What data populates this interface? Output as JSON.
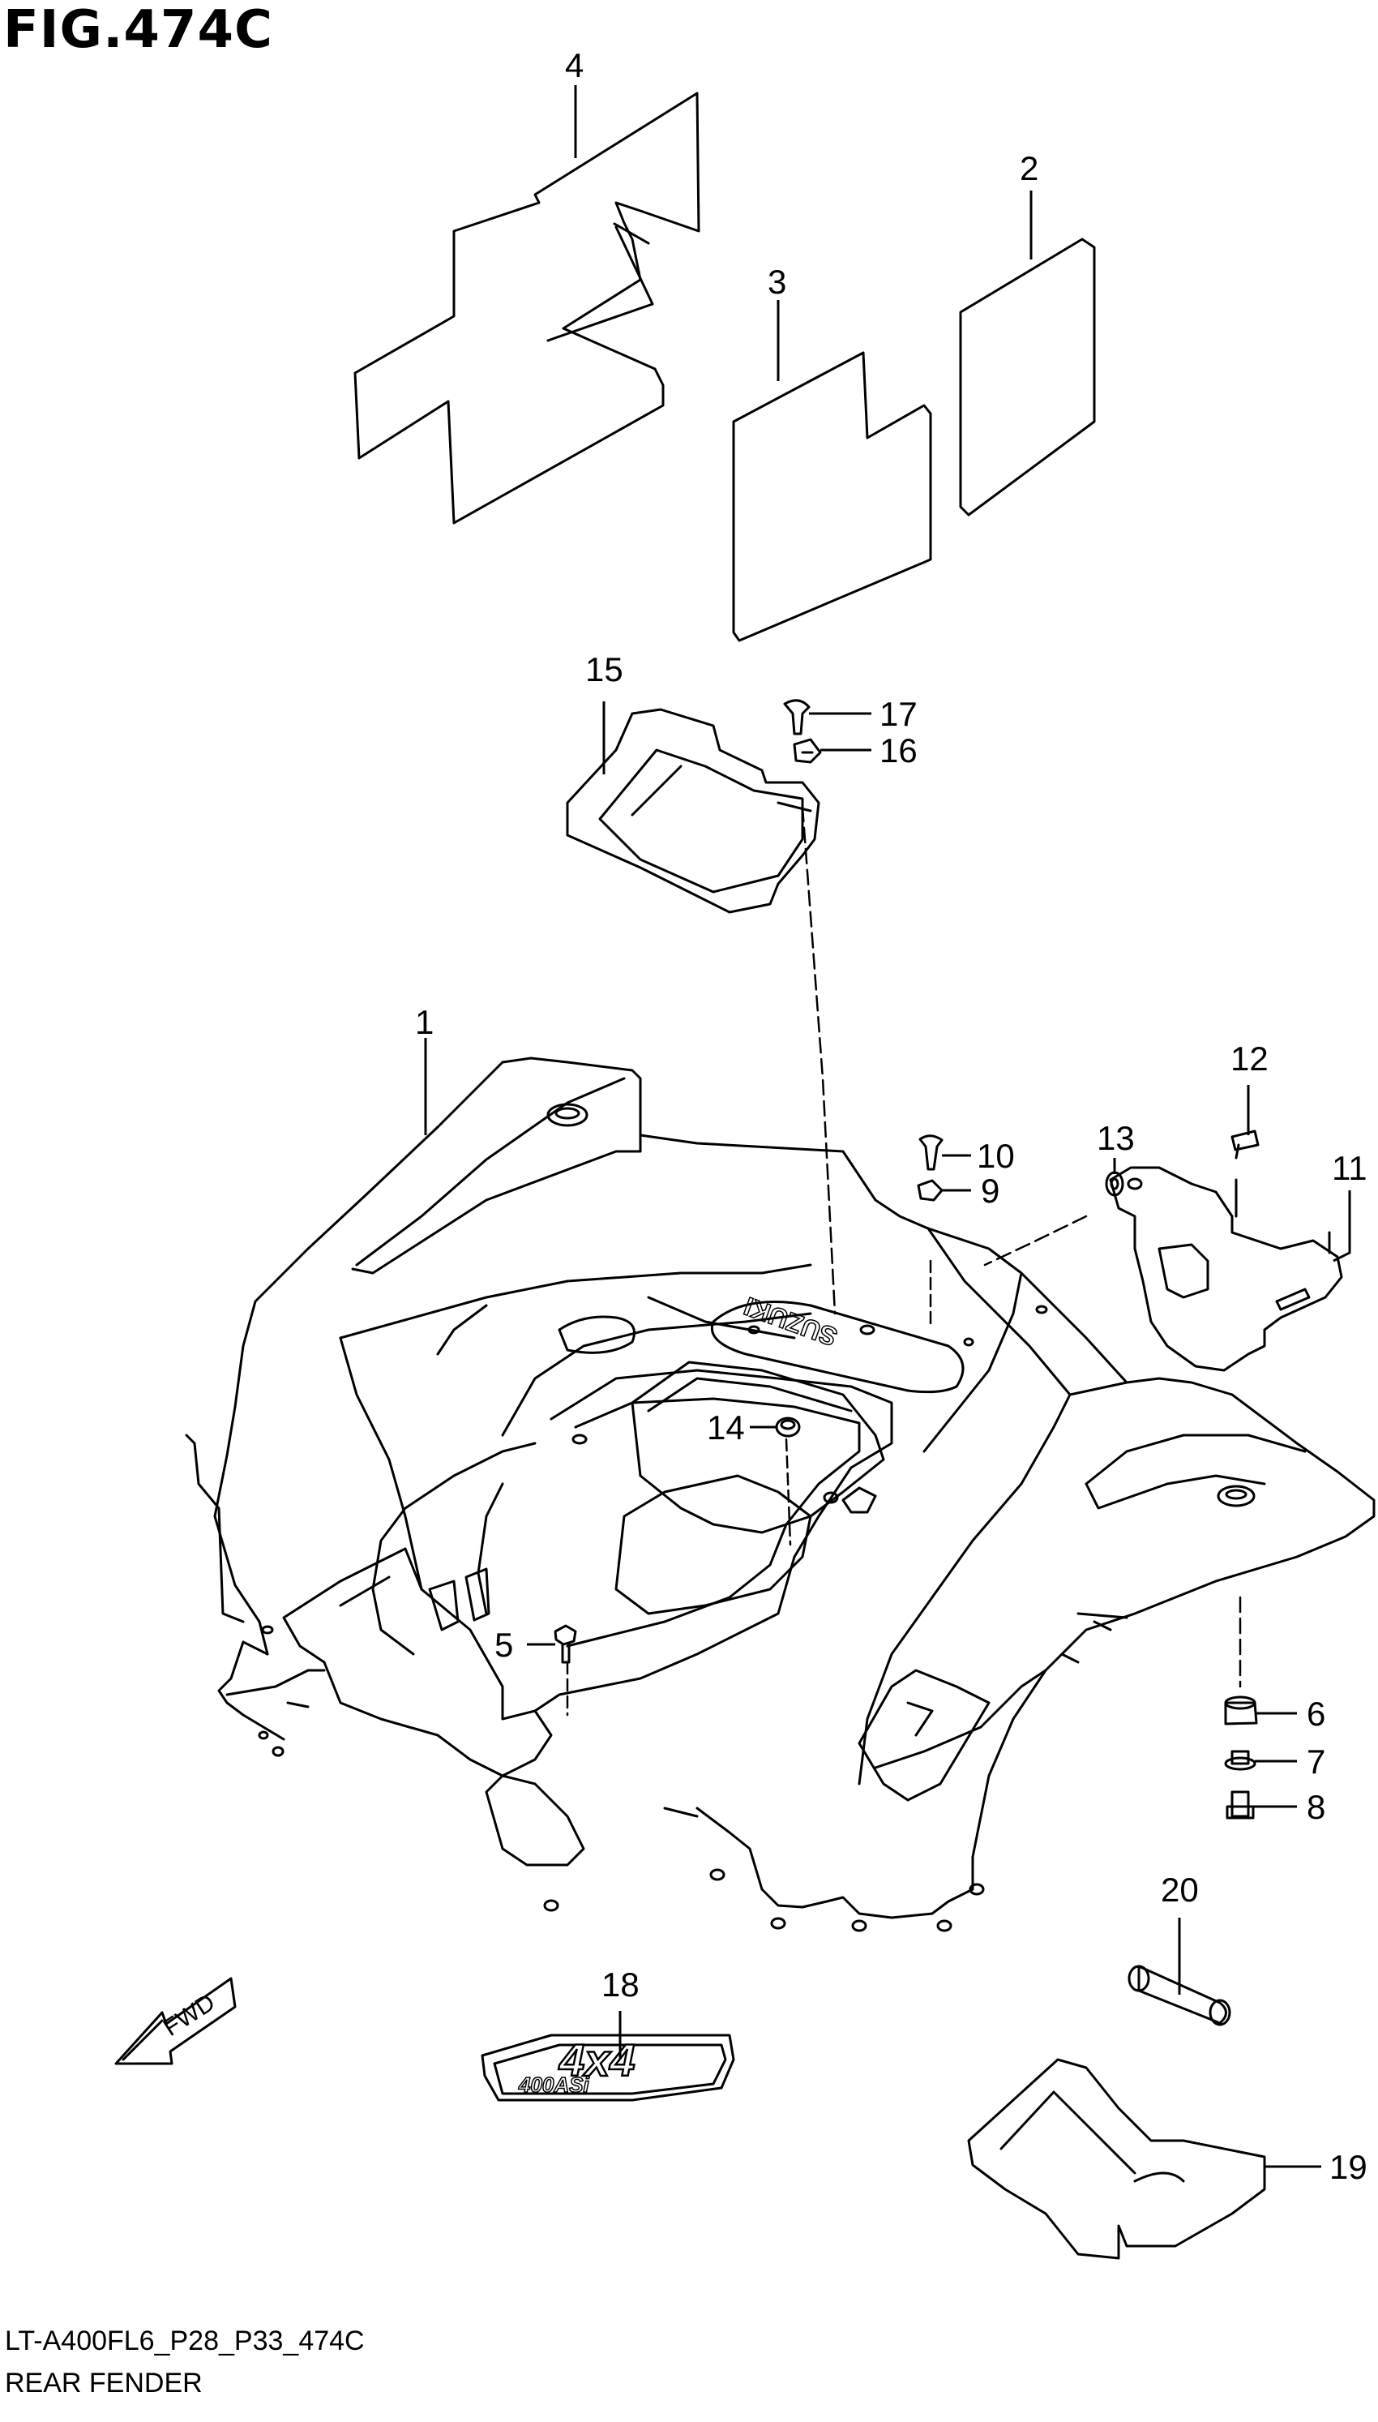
{
  "figure": {
    "title": "FIG.474C"
  },
  "footer": {
    "code": "LT-A400FL6_P28_P33_474C",
    "name": "REAR FENDER"
  },
  "callouts": [
    {
      "id": "c1",
      "number": "1"
    },
    {
      "id": "c2",
      "number": "2"
    },
    {
      "id": "c3",
      "number": "3"
    },
    {
      "id": "c4",
      "number": "4"
    },
    {
      "id": "c5",
      "number": "5"
    },
    {
      "id": "c6",
      "number": "6"
    },
    {
      "id": "c7",
      "number": "7"
    },
    {
      "id": "c8",
      "number": "8"
    },
    {
      "id": "c9",
      "number": "9"
    },
    {
      "id": "c10",
      "number": "10"
    },
    {
      "id": "c11",
      "number": "11"
    },
    {
      "id": "c12",
      "number": "12"
    },
    {
      "id": "c13",
      "number": "13"
    },
    {
      "id": "c14",
      "number": "14"
    },
    {
      "id": "c15",
      "number": "15"
    },
    {
      "id": "c16",
      "number": "16"
    },
    {
      "id": "c17",
      "number": "17"
    },
    {
      "id": "c18",
      "number": "18"
    },
    {
      "id": "c19",
      "number": "19"
    },
    {
      "id": "c20",
      "number": "20"
    }
  ],
  "fwd_label": "FWD",
  "emblem": {
    "top": "4x4",
    "bottom": "400ASi"
  },
  "decal_text": "SUZUKI"
}
